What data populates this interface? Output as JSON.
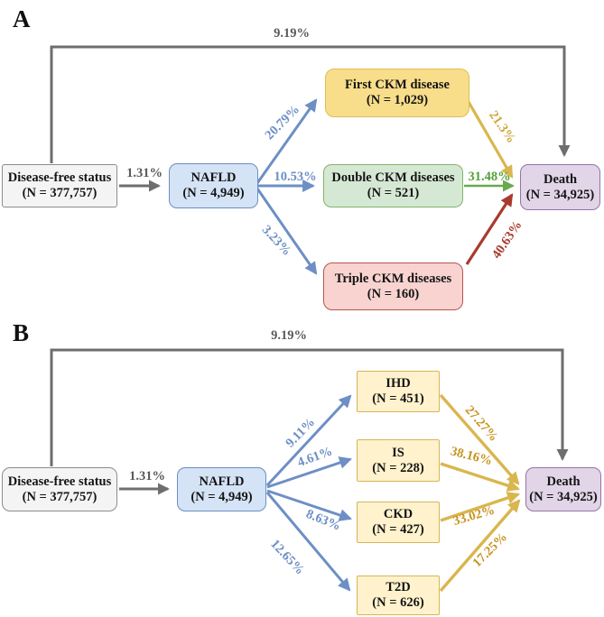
{
  "figure": {
    "panel_a": {
      "label": "A",
      "top_rate": "9.19%",
      "nodes": {
        "disease_free": {
          "title": "Disease-free status",
          "n": "(N = 377,757)"
        },
        "nafld": {
          "title": "NAFLD",
          "n": "(N = 4,949)"
        },
        "first_ckm": {
          "title": "First CKM disease",
          "n": "(N = 1,029)"
        },
        "double_ckm": {
          "title": "Double CKM diseases",
          "n": "(N = 521)"
        },
        "triple_ckm": {
          "title": "Triple CKM diseases",
          "n": "(N = 160)"
        },
        "death": {
          "title": "Death",
          "n": "(N = 34,925)"
        }
      },
      "rates": {
        "df_to_nafld": "1.31%",
        "nafld_to_first": "20.79%",
        "nafld_to_double": "10.53%",
        "nafld_to_triple": "3.23%",
        "first_to_death": "21.3%",
        "double_to_death": "31.48%",
        "triple_to_death": "40.63%"
      }
    },
    "panel_b": {
      "label": "B",
      "top_rate": "9.19%",
      "nodes": {
        "disease_free": {
          "title": "Disease-free status",
          "n": "(N = 377,757)"
        },
        "nafld": {
          "title": "NAFLD",
          "n": "(N = 4,949)"
        },
        "ihd": {
          "title": "IHD",
          "n": "(N = 451)"
        },
        "is": {
          "title": "IS",
          "n": "(N = 228)"
        },
        "ckd": {
          "title": "CKD",
          "n": "(N = 427)"
        },
        "t2d": {
          "title": "T2D",
          "n": "(N = 626)"
        }
      },
      "death": {
        "title": "Death",
        "n": "(N = 34,925)"
      },
      "rates": {
        "df_to_nafld": "1.31%",
        "nafld_to_ihd": "9.11%",
        "nafld_to_is": "4.61%",
        "nafld_to_ckd": "8.63%",
        "nafld_to_t2d": "12.65%",
        "ihd_to_death": "27.27%",
        "is_to_death": "38.16%",
        "ckd_to_death": "33.02%",
        "t2d_to_death": "17.25%"
      }
    },
    "colors": {
      "gray_arrow": "#6e6e6e",
      "gray_label": "#595959",
      "blue_arrow": "#6d8fc5",
      "gold_arrow": "#d9b64e",
      "gold_label_a": "#cfa73a",
      "gold_label_b": "#c79420",
      "green_arrow": "#6aa84f",
      "green_label": "#55a038",
      "red_arrow": "#a93a2e",
      "box_fill_gray": "#f4f4f4",
      "box_fill_blue": "#d4e3f5",
      "box_fill_yellow": "#f8de8a",
      "box_fill_green": "#d5e8d4",
      "box_fill_pink": "#f8d3d0",
      "box_fill_purple": "#e1d5e7",
      "box_fill_cream": "#fff2cc"
    }
  }
}
